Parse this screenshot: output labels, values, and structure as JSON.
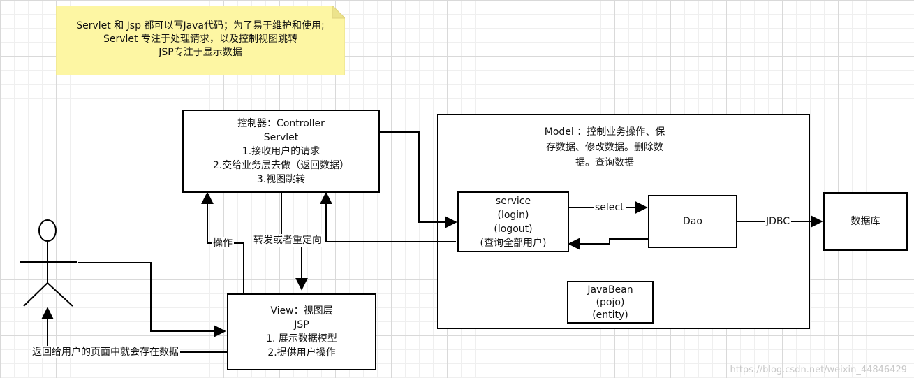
{
  "note": {
    "lines": [
      "Servlet 和 Jsp  都可以写Java代码；为了易于维护和使用;",
      "Servlet 专注于处理请求，以及控制视图跳转",
      "JSP专注于显示数据"
    ]
  },
  "controller": {
    "lines": [
      "控制器：Controller",
      "Servlet",
      "1.接收用户的请求",
      "2.交给业务层去做（返回数据）",
      "3.视图跳转"
    ]
  },
  "model": {
    "lines": [
      "Model ：控制业务操作、保",
      "存数据、修改数据。删除数",
      "据。查询数据"
    ]
  },
  "service": {
    "lines": [
      "service",
      "(login)",
      "(logout)",
      "(查询全部用户)"
    ]
  },
  "dao": {
    "label": "Dao"
  },
  "database": {
    "label": "数据库"
  },
  "javabean": {
    "lines": [
      "JavaBean",
      "(pojo)",
      "(entity)"
    ]
  },
  "view": {
    "lines": [
      "View：视图层",
      "JSP",
      "1. 展示数据模型",
      "2.提供用户操作"
    ]
  },
  "labels": {
    "select": "select",
    "jdbc": "JDBC",
    "operate": "操作",
    "forward": "转发或者重定向",
    "return_data": "返回给用户的页面中就会存在数据"
  },
  "watermark": "https://blog.csdn.net/weixin_44846429"
}
